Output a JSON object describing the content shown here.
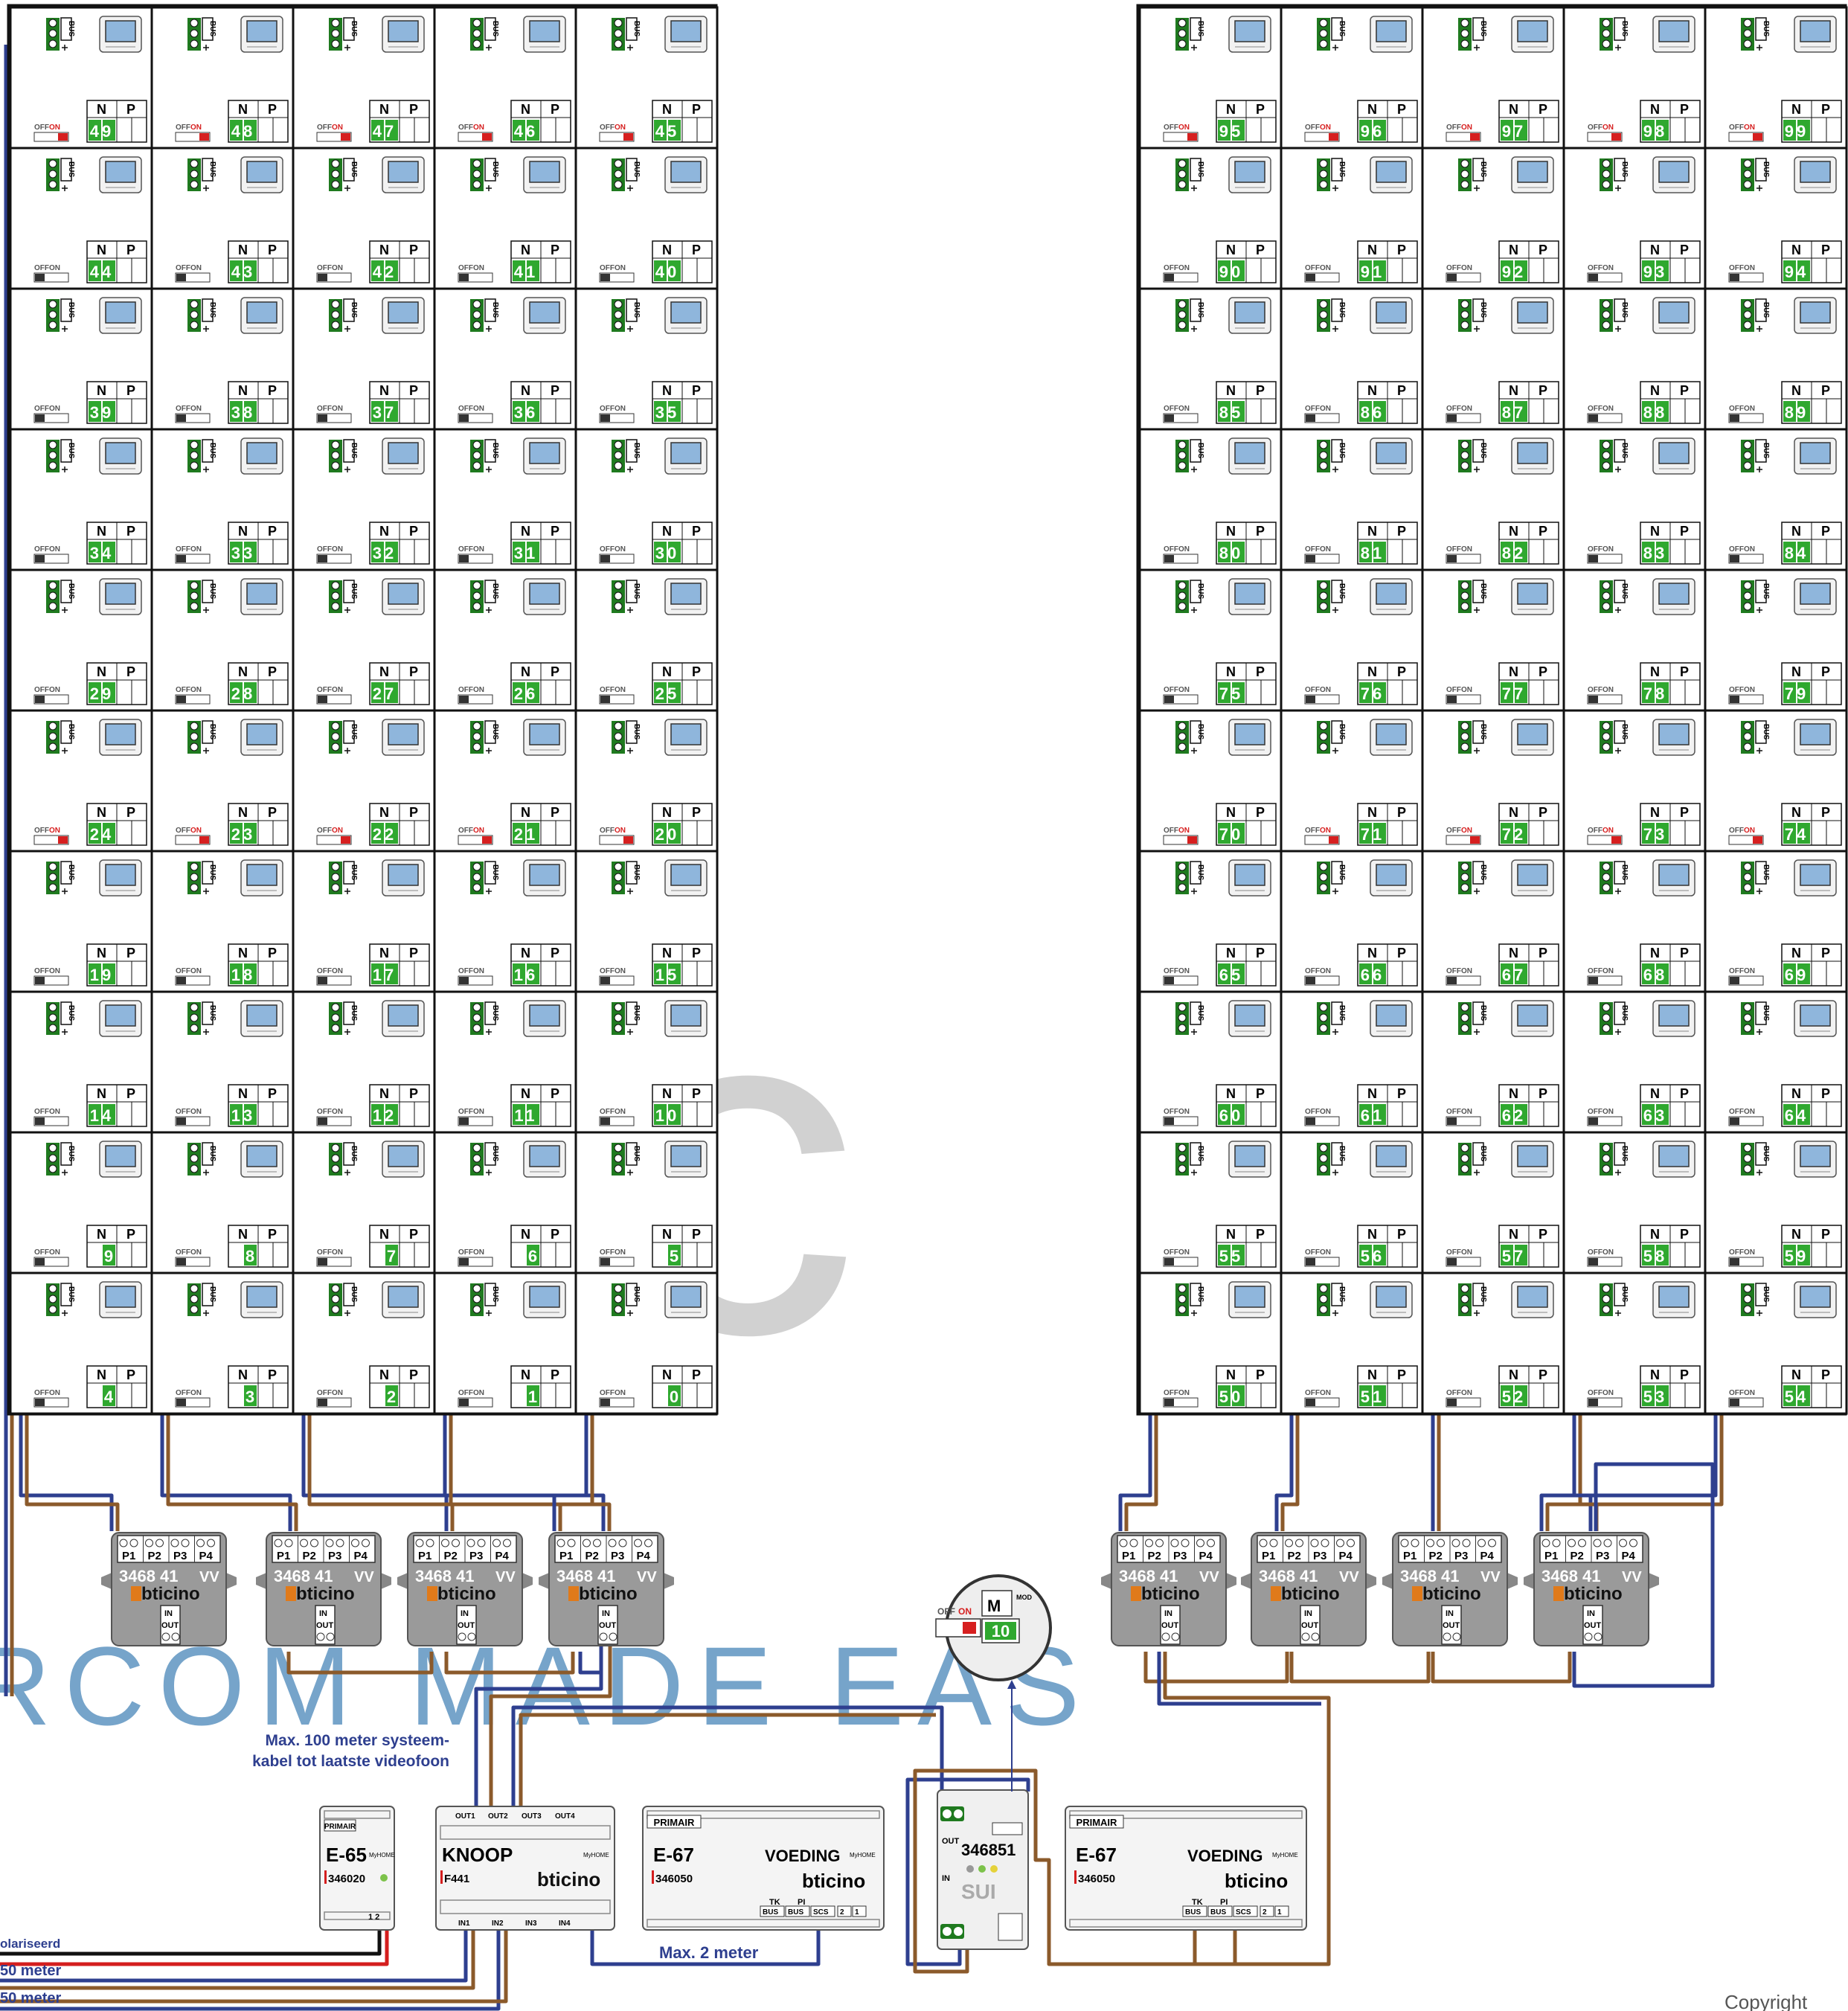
{
  "colors": {
    "bus_blue": "#2e3f8f",
    "bus_brown": "#8b5a2b",
    "terminal_green": "#1f7a1f",
    "number_green": "#2fa82f",
    "switch_red": "#d61f1f",
    "module_grey": "#9a9a9a",
    "watermark_grey": "#c9c9c9",
    "watermark_blue": "#6fa0c8",
    "label_blue": "#2e3f8f",
    "frame": "#111111",
    "wire_red": "#d41e1e",
    "wire_black": "#111111"
  },
  "monitor": {
    "bus_label": "BUS",
    "n_label": "N",
    "p_label": "P",
    "off_label": "OFF",
    "on_label": "ON"
  },
  "left_block_rows": [
    [
      {
        "n": "49",
        "on": true
      },
      {
        "n": "48",
        "on": true
      },
      {
        "n": "47",
        "on": true
      },
      {
        "n": "46",
        "on": true
      },
      {
        "n": "45",
        "on": true
      }
    ],
    [
      {
        "n": "44",
        "on": false
      },
      {
        "n": "43",
        "on": false
      },
      {
        "n": "42",
        "on": false
      },
      {
        "n": "41",
        "on": false
      },
      {
        "n": "40",
        "on": false
      }
    ],
    [
      {
        "n": "39",
        "on": false
      },
      {
        "n": "38",
        "on": false
      },
      {
        "n": "37",
        "on": false
      },
      {
        "n": "36",
        "on": false
      },
      {
        "n": "35",
        "on": false
      }
    ],
    [
      {
        "n": "34",
        "on": false
      },
      {
        "n": "33",
        "on": false
      },
      {
        "n": "32",
        "on": false
      },
      {
        "n": "31",
        "on": false
      },
      {
        "n": "30",
        "on": false
      }
    ],
    [
      {
        "n": "29",
        "on": false
      },
      {
        "n": "28",
        "on": false
      },
      {
        "n": "27",
        "on": false
      },
      {
        "n": "26",
        "on": false
      },
      {
        "n": "25",
        "on": false
      }
    ],
    [
      {
        "n": "24",
        "on": true
      },
      {
        "n": "23",
        "on": true
      },
      {
        "n": "22",
        "on": true
      },
      {
        "n": "21",
        "on": true
      },
      {
        "n": "20",
        "on": true
      }
    ],
    [
      {
        "n": "19",
        "on": false
      },
      {
        "n": "18",
        "on": false
      },
      {
        "n": "17",
        "on": false
      },
      {
        "n": "16",
        "on": false
      },
      {
        "n": "15",
        "on": false
      }
    ],
    [
      {
        "n": "14",
        "on": false
      },
      {
        "n": "13",
        "on": false
      },
      {
        "n": "12",
        "on": false
      },
      {
        "n": "11",
        "on": false
      },
      {
        "n": "10",
        "on": false
      }
    ],
    [
      {
        "n": "9",
        "on": false
      },
      {
        "n": "8",
        "on": false
      },
      {
        "n": "7",
        "on": false
      },
      {
        "n": "6",
        "on": false
      },
      {
        "n": "5",
        "on": false
      }
    ],
    [
      {
        "n": "4",
        "on": false
      },
      {
        "n": "3",
        "on": false
      },
      {
        "n": "2",
        "on": false
      },
      {
        "n": "1",
        "on": false
      },
      {
        "n": "0",
        "on": false
      }
    ]
  ],
  "right_block_rows": [
    [
      {
        "n": "95",
        "on": true
      },
      {
        "n": "96",
        "on": true
      },
      {
        "n": "97",
        "on": true
      },
      {
        "n": "98",
        "on": true
      },
      {
        "n": "99",
        "on": true
      }
    ],
    [
      {
        "n": "90",
        "on": false
      },
      {
        "n": "91",
        "on": false
      },
      {
        "n": "92",
        "on": false
      },
      {
        "n": "93",
        "on": false
      },
      {
        "n": "94",
        "on": false
      }
    ],
    [
      {
        "n": "85",
        "on": false
      },
      {
        "n": "86",
        "on": false
      },
      {
        "n": "87",
        "on": false
      },
      {
        "n": "88",
        "on": false
      },
      {
        "n": "89",
        "on": false
      }
    ],
    [
      {
        "n": "80",
        "on": false
      },
      {
        "n": "81",
        "on": false
      },
      {
        "n": "82",
        "on": false
      },
      {
        "n": "83",
        "on": false
      },
      {
        "n": "84",
        "on": false
      }
    ],
    [
      {
        "n": "75",
        "on": false
      },
      {
        "n": "76",
        "on": false
      },
      {
        "n": "77",
        "on": false
      },
      {
        "n": "78",
        "on": false
      },
      {
        "n": "79",
        "on": false
      }
    ],
    [
      {
        "n": "70",
        "on": true
      },
      {
        "n": "71",
        "on": true
      },
      {
        "n": "72",
        "on": true
      },
      {
        "n": "73",
        "on": true
      },
      {
        "n": "74",
        "on": true
      }
    ],
    [
      {
        "n": "65",
        "on": false
      },
      {
        "n": "66",
        "on": false
      },
      {
        "n": "67",
        "on": false
      },
      {
        "n": "68",
        "on": false
      },
      {
        "n": "69",
        "on": false
      }
    ],
    [
      {
        "n": "60",
        "on": false
      },
      {
        "n": "61",
        "on": false
      },
      {
        "n": "62",
        "on": false
      },
      {
        "n": "63",
        "on": false
      },
      {
        "n": "64",
        "on": false
      }
    ],
    [
      {
        "n": "55",
        "on": false
      },
      {
        "n": "56",
        "on": false
      },
      {
        "n": "57",
        "on": false
      },
      {
        "n": "58",
        "on": false
      },
      {
        "n": "59",
        "on": false
      }
    ],
    [
      {
        "n": "50",
        "on": false
      },
      {
        "n": "51",
        "on": false
      },
      {
        "n": "52",
        "on": false
      },
      {
        "n": "53",
        "on": false
      },
      {
        "n": "54",
        "on": false
      }
    ]
  ],
  "distributor": {
    "code": "3468 41",
    "vv": "VV",
    "brand": "bticino",
    "ports": [
      "P1",
      "P2",
      "P3",
      "P4"
    ],
    "in_label": "IN",
    "out_label": "OUT"
  },
  "watermark": {
    "letters": "elec",
    "tagline": "RCOM MADE EAS"
  },
  "notes": {
    "max100_line1": "Max. 100 meter systeem-",
    "max100_line2": "kabel tot laatste videofoon",
    "max2": "Max. 2 meter",
    "wire1": "olariseerd",
    "wire2": "50 meter",
    "wire3": "50 meter",
    "copyright": "Copyright"
  },
  "e65": {
    "primair": "PRIMAIR",
    "name": "E-65",
    "logo": "MyHOME",
    "code": "346020",
    "terminals": "1 2"
  },
  "knoop": {
    "title": "KNOOP",
    "code": "F441",
    "logo": "MyHOME",
    "brand": "bticino",
    "outs": [
      "OUT1",
      "OUT2",
      "OUT3",
      "OUT4"
    ],
    "ins": [
      "IN1",
      "IN2",
      "IN3",
      "IN4"
    ]
  },
  "voeding_left": {
    "primair": "PRIMAIR",
    "name": "E-67",
    "title": "VOEDING",
    "logo": "MyHOME",
    "code": "346050",
    "brand": "bticino",
    "tk": "TK",
    "pi": "PI",
    "terminals": [
      "BUS",
      "BUS",
      "SCS",
      "2",
      "1"
    ]
  },
  "voeding_right": {
    "primair": "PRIMAIR",
    "name": "E-67",
    "title": "VOEDING",
    "logo": "MyHOME",
    "code": "346050",
    "brand": "bticino",
    "tk": "TK",
    "pi": "PI",
    "terminals": [
      "BUS",
      "BUS",
      "SCS",
      "2",
      "1"
    ]
  },
  "sui": {
    "code": "346851",
    "name": "SUI",
    "out": "OUT",
    "in": "IN"
  },
  "zoom": {
    "off": "OFF",
    "on": "ON",
    "m": "M",
    "mod": "MOD",
    "value": "10"
  }
}
